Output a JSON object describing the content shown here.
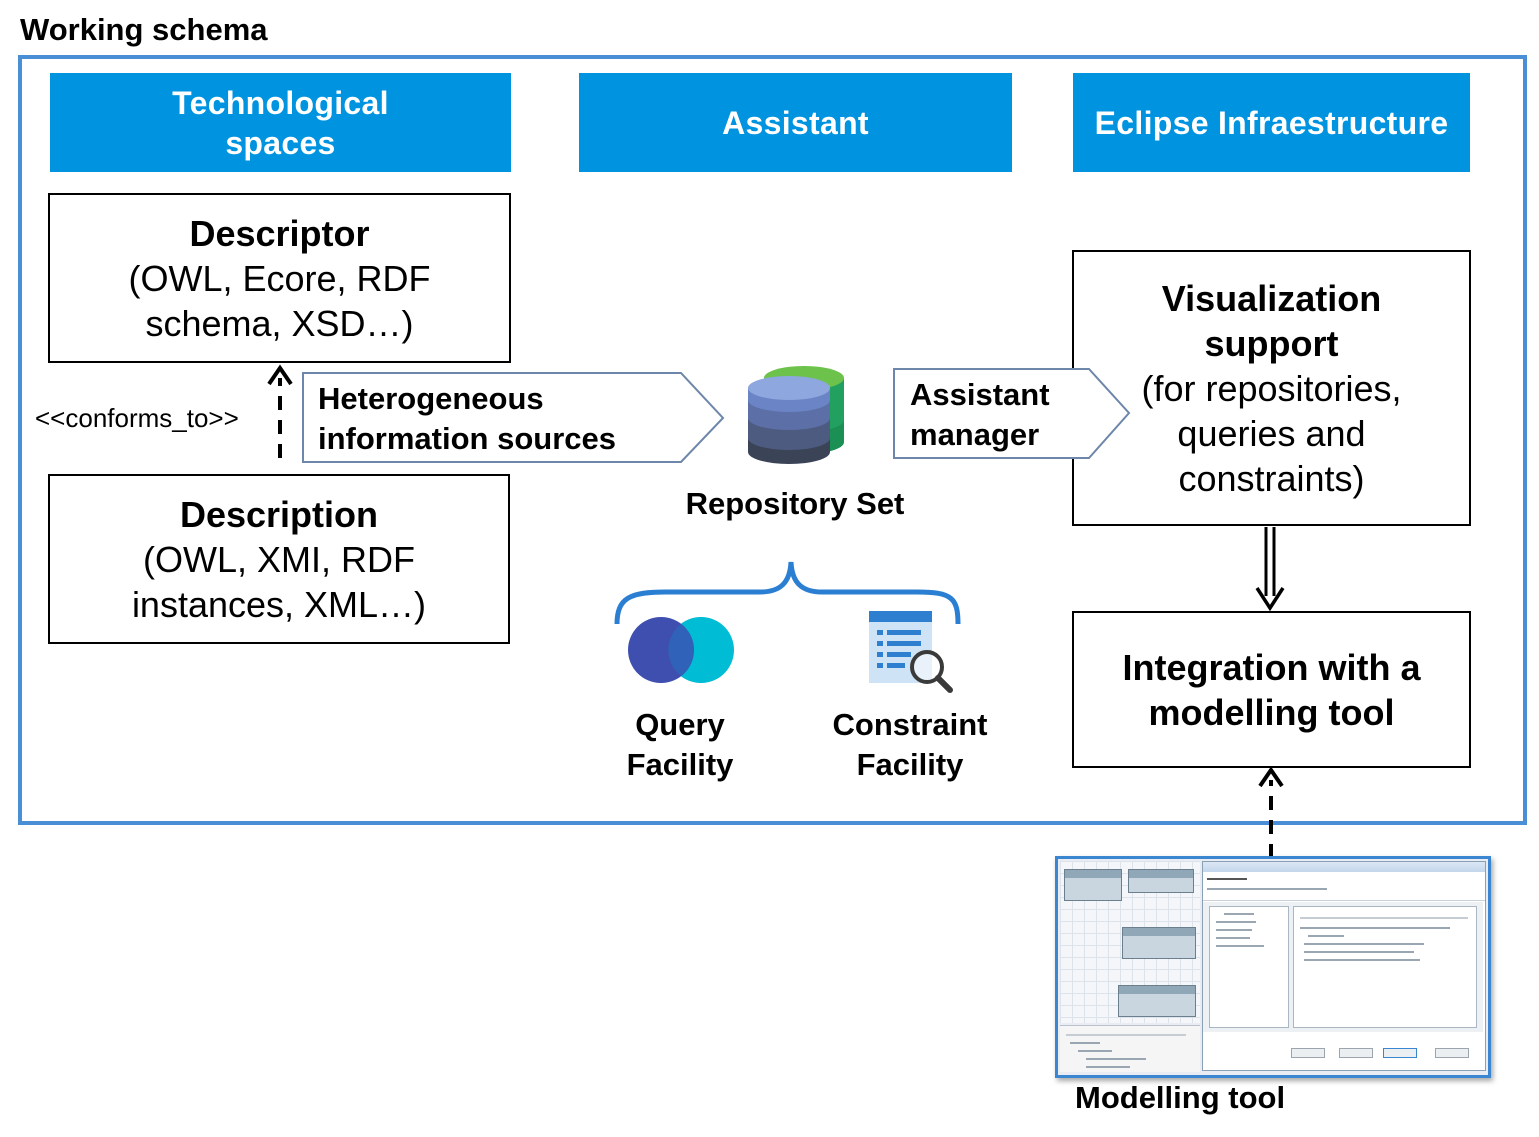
{
  "title": "Working schema",
  "headers": {
    "technological_spaces": "Technological spaces",
    "assistant": "Assistant",
    "eclipse": "Eclipse Infraestructure"
  },
  "descriptor": {
    "heading": "Descriptor",
    "text": "(OWL, Ecore, RDF schema, XSD…)"
  },
  "description": {
    "heading": "Description",
    "text": "(OWL, XMI, RDF instances, XML…)"
  },
  "conforms_to": "<<conforms_to>>",
  "heterogeneous": "Heterogeneous information sources",
  "repository_set": "Repository Set",
  "assistant_manager": "Assistant manager",
  "visualization": {
    "heading": "Visualization support",
    "text": "(for repositories, queries and constraints)"
  },
  "integration": "Integration with a modelling tool",
  "query_facility": "Query Facility",
  "constraint_facility": "Constraint Facility",
  "modelling_tool": "Modelling tool",
  "colors": {
    "header_blue": "#0093e0",
    "frame_blue": "#4a8fd6",
    "db_blue": "#6a8fd0",
    "db_green": "#36b36a",
    "venn_left": "#3f4fb0",
    "venn_right": "#00bcd4"
  }
}
